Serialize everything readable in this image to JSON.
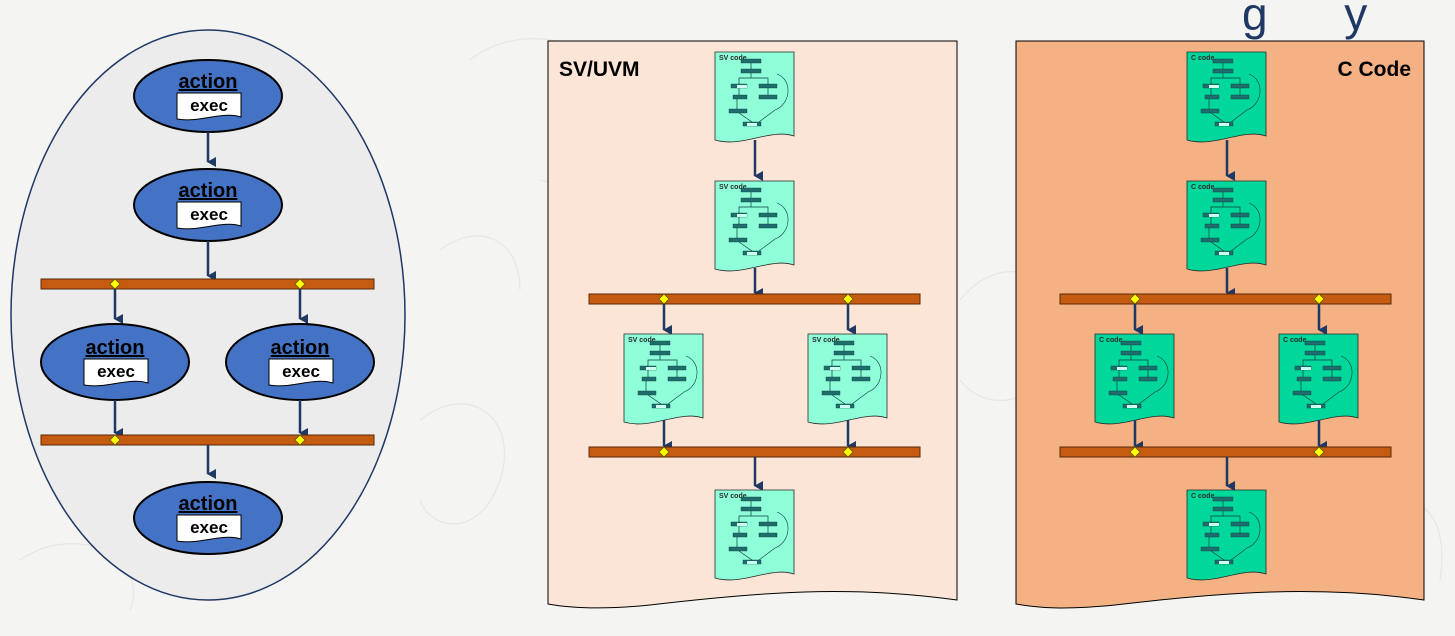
{
  "slide": {
    "title_fragment": "g      y"
  },
  "graph": {
    "action_label": "action",
    "exec_label": "exec"
  },
  "panels": {
    "sv": {
      "title": "SV/UVM",
      "code_label": "SV code",
      "bg": "#fbe5d6",
      "doc_fill": "#8effd9"
    },
    "c": {
      "title": "C Code",
      "code_label": "C code",
      "bg": "#f4b183",
      "doc_fill": "#00d89b"
    }
  },
  "colors": {
    "action_fill": "#4472c4",
    "sync_bar": "#c55a11",
    "arrow": "#1f3864",
    "graph_bg": "#ececec",
    "doc_text": "#1f6e6e"
  },
  "icons": [
    "arrow-down-icon",
    "sync-bar-icon",
    "diamond-icon",
    "code-document-icon"
  ]
}
